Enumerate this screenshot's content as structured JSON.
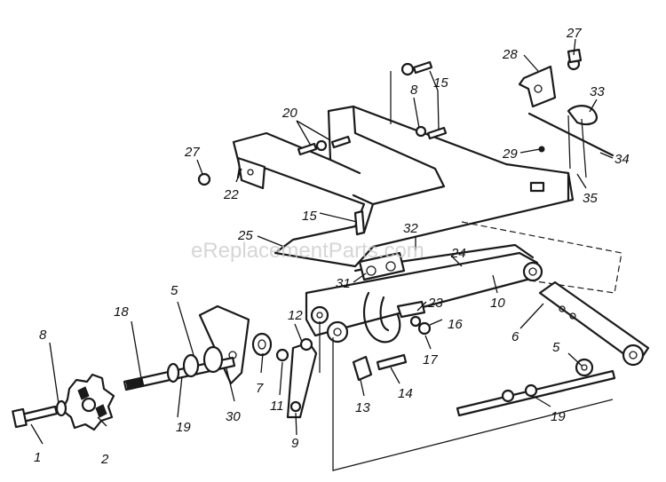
{
  "watermark": "eReplacementParts.com",
  "colors": {
    "ink": "#1a1a1a",
    "paper": "#ffffff",
    "watermark": "#c8c8c8"
  },
  "callouts": [
    {
      "id": "c1",
      "number": "1"
    },
    {
      "id": "c2",
      "number": "2"
    },
    {
      "id": "c5a",
      "number": "5"
    },
    {
      "id": "c5b",
      "number": "5"
    },
    {
      "id": "c6",
      "number": "6"
    },
    {
      "id": "c7",
      "number": "7"
    },
    {
      "id": "c8a",
      "number": "8"
    },
    {
      "id": "c8b",
      "number": "8"
    },
    {
      "id": "c9",
      "number": "9"
    },
    {
      "id": "c10",
      "number": "10"
    },
    {
      "id": "c11",
      "number": "11"
    },
    {
      "id": "c12",
      "number": "12"
    },
    {
      "id": "c13",
      "number": "13"
    },
    {
      "id": "c14",
      "number": "14"
    },
    {
      "id": "c15a",
      "number": "15"
    },
    {
      "id": "c15b",
      "number": "15"
    },
    {
      "id": "c16",
      "number": "16"
    },
    {
      "id": "c17",
      "number": "17"
    },
    {
      "id": "c18",
      "number": "18"
    },
    {
      "id": "c19a",
      "number": "19"
    },
    {
      "id": "c19b",
      "number": "19"
    },
    {
      "id": "c20",
      "number": "20"
    },
    {
      "id": "c22",
      "number": "22"
    },
    {
      "id": "c23",
      "number": "23"
    },
    {
      "id": "c24",
      "number": "24"
    },
    {
      "id": "c25",
      "number": "25"
    },
    {
      "id": "c27a",
      "number": "27"
    },
    {
      "id": "c27b",
      "number": "27"
    },
    {
      "id": "c28",
      "number": "28"
    },
    {
      "id": "c29",
      "number": "29"
    },
    {
      "id": "c30",
      "number": "30"
    },
    {
      "id": "c31",
      "number": "31"
    },
    {
      "id": "c32",
      "number": "32"
    },
    {
      "id": "c33",
      "number": "33"
    },
    {
      "id": "c34",
      "number": "34"
    },
    {
      "id": "c35",
      "number": "35"
    }
  ]
}
